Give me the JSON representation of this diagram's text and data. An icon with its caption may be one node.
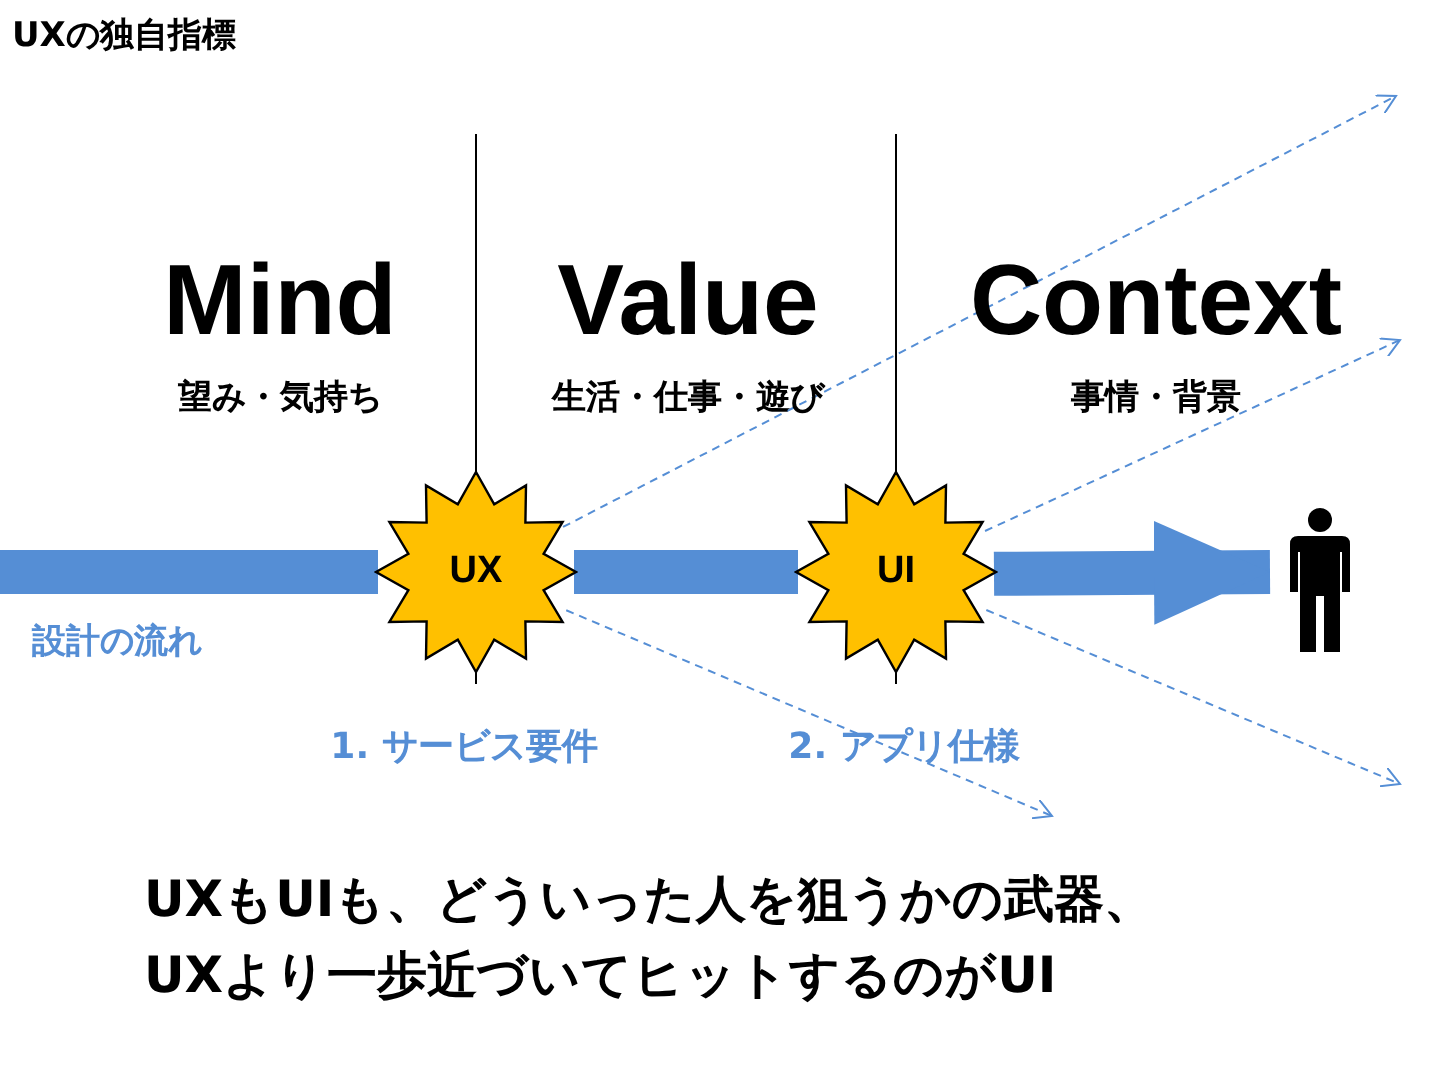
{
  "diagram": {
    "title": "UXの独自指標",
    "nodes": [
      {
        "text": [
          "UX"
        ]
      },
      {
        "text": [
          "UI"
        ]
      },
      {
        "text": [],
        "shape": "person"
      }
    ],
    "edges": [
      {
        "from": null,
        "to": 0,
        "arrow": "none",
        "style": "thick"
      },
      {
        "from": 0,
        "to": 1,
        "arrow": "none",
        "style": "thick"
      },
      {
        "from": 1,
        "to": 2,
        "arrow": "to",
        "style": "thick"
      },
      {
        "from": 0,
        "to": null,
        "arrow": "to",
        "style": "dashed"
      },
      {
        "from": 0,
        "to": null,
        "arrow": "to",
        "style": "dashed"
      },
      {
        "from": 1,
        "to": null,
        "arrow": "to",
        "style": "dashed"
      },
      {
        "from": 1,
        "to": null,
        "arrow": "to",
        "style": "dashed"
      }
    ],
    "labels": [
      "Mind",
      "望み・気持ち",
      "Value",
      "生活・仕事・遊び",
      "Context",
      "事情・背景",
      "設計の流れ",
      "1. サービス要件",
      "2. アプリ仕様",
      "UXもUIも、どういった人を狙うかの武器、",
      "UXより一歩近づいてヒットするのがUI"
    ]
  }
}
